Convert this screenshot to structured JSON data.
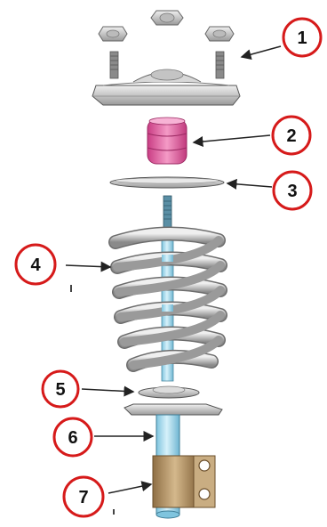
{
  "colors": {
    "callout_ring": "#d61a1a",
    "rod": "#9fd8ec",
    "spring": "#c9c9c9",
    "bump_stop": "#e0559a",
    "clamp": "#b5966a",
    "metal": "#cfcfcf"
  },
  "callouts": [
    {
      "num": "1",
      "part": "strut-mount"
    },
    {
      "num": "2",
      "part": "bump-stop"
    },
    {
      "num": "3",
      "part": "spring-seat-upper"
    },
    {
      "num": "4",
      "part": "coil-spring"
    },
    {
      "num": "5",
      "part": "spring-seat-lower"
    },
    {
      "num": "6",
      "part": "shock-absorber-body"
    },
    {
      "num": "7",
      "part": "knuckle-clamp"
    }
  ]
}
